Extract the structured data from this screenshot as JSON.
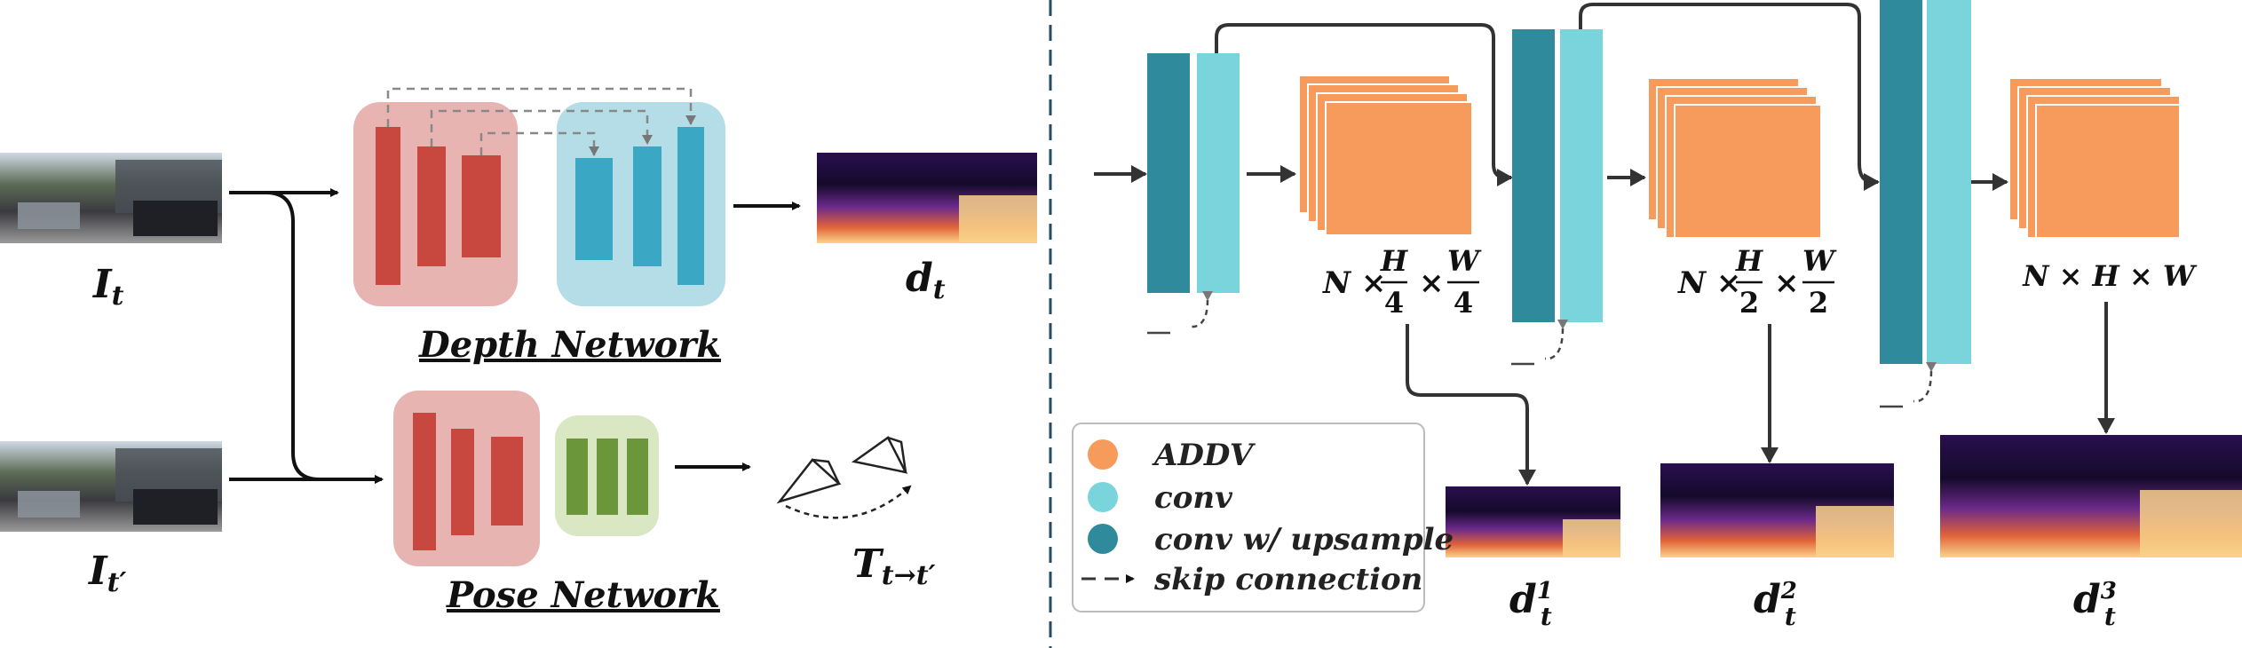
{
  "labels": {
    "it": "I",
    "it_sub": "t",
    "itp": "I",
    "itp_sub": "t′",
    "dt": "d",
    "dt_sub": "t",
    "T": "T",
    "T_sub": "t→t′",
    "depth_network": "Depth Network",
    "pose_network": "Pose Network"
  },
  "scales": [
    {
      "prefix": "N ×",
      "num1": "H",
      "den1": "4",
      "times": "×",
      "num2": "W",
      "den2": "4"
    },
    {
      "prefix": "N ×",
      "num1": "H",
      "den1": "2",
      "times": "×",
      "num2": "W",
      "den2": "2"
    },
    {
      "full": "N × H × W"
    }
  ],
  "outputs": [
    {
      "base": "d",
      "sub": "t",
      "sup": "1"
    },
    {
      "base": "d",
      "sub": "t",
      "sup": "2"
    },
    {
      "base": "d",
      "sub": "t",
      "sup": "3"
    }
  ],
  "legend": [
    {
      "label": "ADDV",
      "color": "#f79b5d"
    },
    {
      "label": "conv",
      "color": "#79d4dc"
    },
    {
      "label": "conv w/ upsample",
      "color": "#2f8a9c"
    },
    {
      "label": "skip connection",
      "color": "#333333"
    }
  ],
  "colors": {
    "encoder_bg": "#e8b4b2",
    "encoder_block": "#c8473e",
    "decoder_bg": "#b4dde8",
    "decoder_block": "#3aa7c5",
    "pose_decoder_bg": "#d9e7c2",
    "pose_block": "#6b963a",
    "addv": "#f79b5d",
    "conv": "#79d4dc",
    "conv_up": "#2f8a9c",
    "divider": "#1f4e66"
  }
}
